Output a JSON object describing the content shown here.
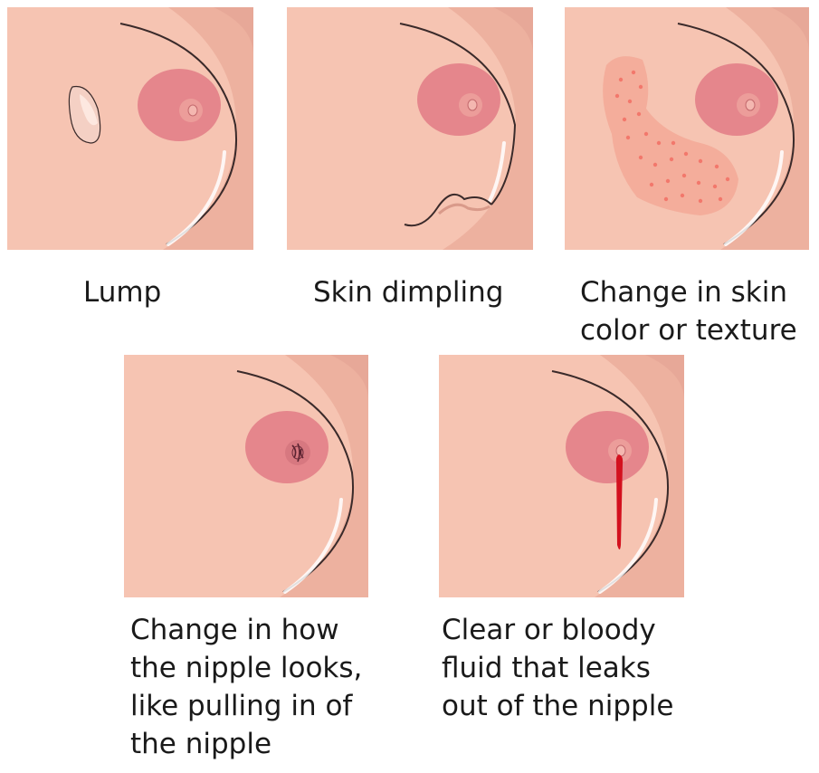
{
  "panels": [
    {
      "id": "lump",
      "caption_lines": [
        "Lump"
      ]
    },
    {
      "id": "skin-dimpling",
      "caption_lines": [
        "Skin dimpling"
      ]
    },
    {
      "id": "skin-change",
      "caption_lines": [
        "Change in skin",
        "color or texture"
      ]
    },
    {
      "id": "nipple-retraction",
      "caption_lines": [
        "Change in how",
        "the nipple looks,",
        "like pulling in of",
        "the nipple"
      ]
    },
    {
      "id": "nipple-discharge",
      "caption_lines": [
        "Clear or bloody",
        "fluid that leaks",
        "out of the nipple"
      ]
    }
  ],
  "colors": {
    "skin": "#f6c4b2",
    "skin_shadow": "#edb19f",
    "areola": "#e5868c",
    "nipple": "#ec9d9a",
    "outline": "#3a2a2a",
    "rash_dot": "#f2786c",
    "fluid": "#d3101e"
  }
}
